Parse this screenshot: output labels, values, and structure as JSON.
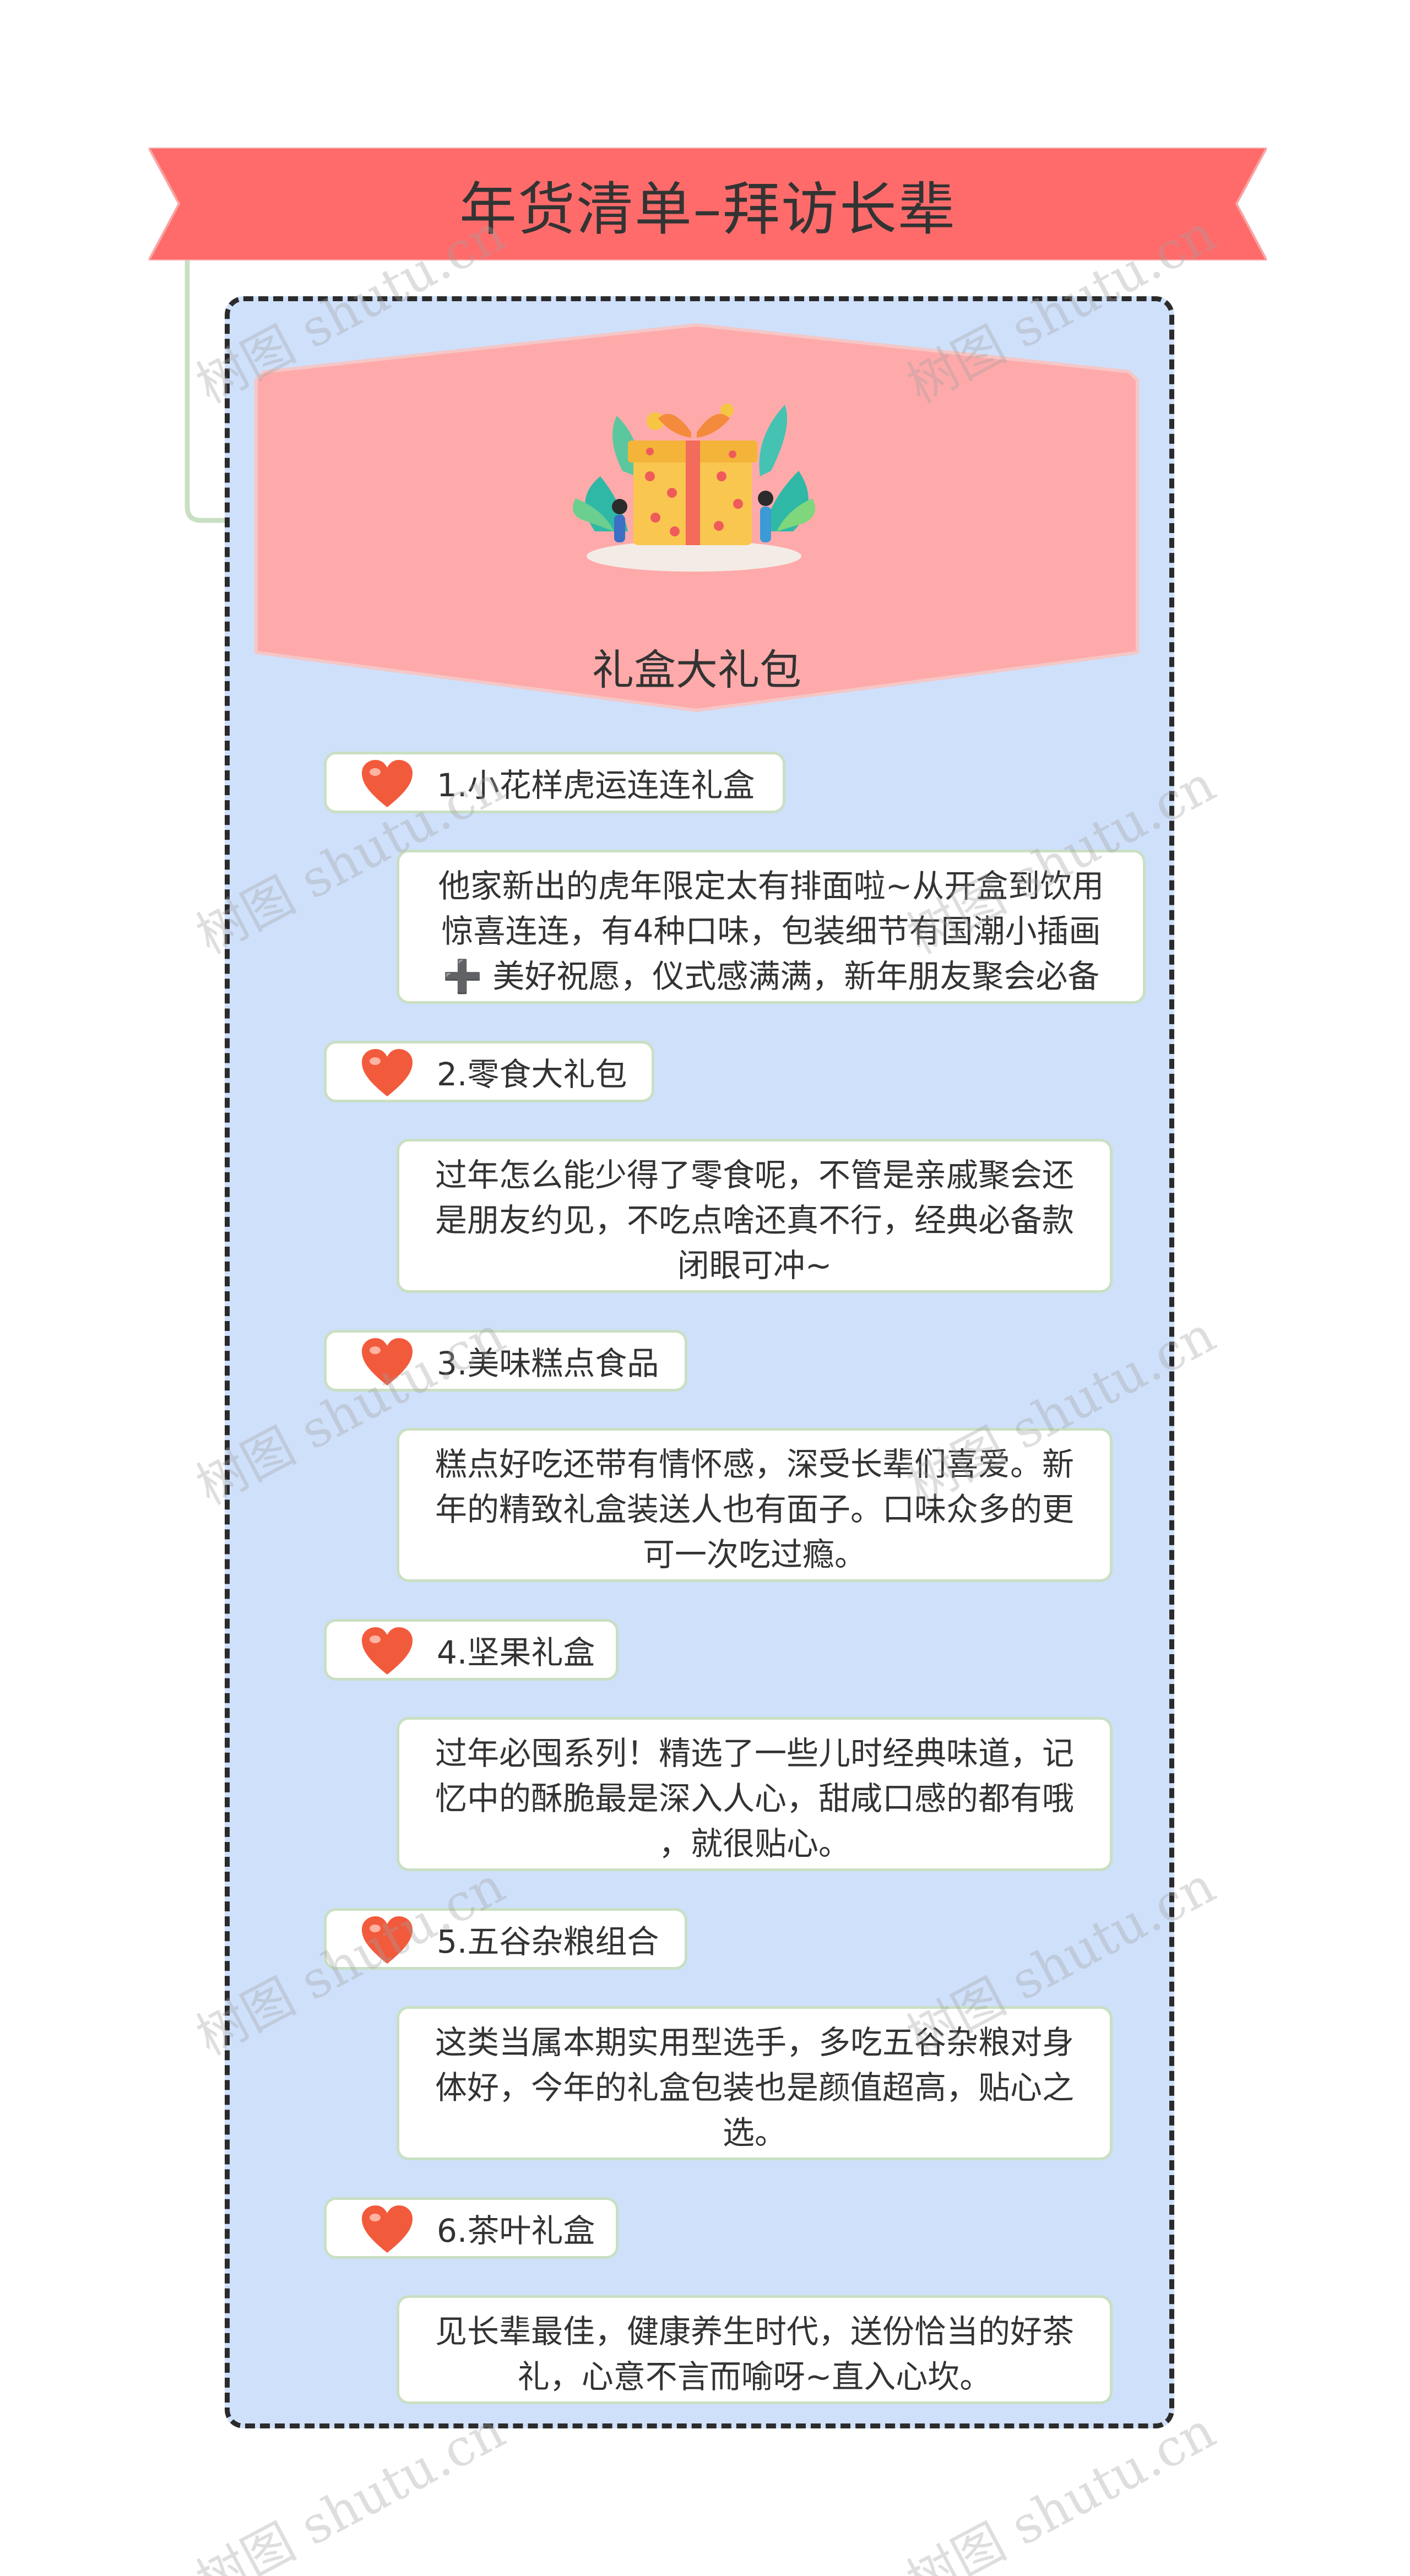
{
  "title": "年货清单–拜访长辈",
  "central": {
    "label": "礼盒大礼包",
    "illustration_icon": "gift-box-illustration"
  },
  "colors": {
    "ribbon": "#ff6b6b",
    "central_fill": "#ffaaaa",
    "container_fill": "#cfe0fb",
    "connector": "#c9dfc3",
    "heart": "#f25a3c"
  },
  "topics": [
    {
      "label": "1.小花样虎运连连礼盒",
      "icon": "heart-icon",
      "detail_lines": [
        "他家新出的虎年限定太有排面啦~从开盒到饮用",
        "惊喜连连，有4种口味，包装细节有国潮小插画",
        "➕ 美好祝愿，仪式感满满，新年朋友聚会必备"
      ]
    },
    {
      "label": "2.零食大礼包",
      "icon": "heart-icon",
      "detail_lines": [
        "过年怎么能少得了零食呢，不管是亲戚聚会还",
        "是朋友约见，不吃点啥还真不行，经典必备款",
        "闭眼可冲~"
      ]
    },
    {
      "label": "3.美味糕点食品",
      "icon": "heart-icon",
      "detail_lines": [
        "糕点好吃还带有情怀感，深受长辈们喜爱。新",
        "年的精致礼盒装送人也有面子。口味众多的更",
        "可一次吃过瘾。"
      ]
    },
    {
      "label": "4.坚果礼盒",
      "icon": "heart-icon",
      "detail_lines": [
        "过年必囤系列！精选了一些儿时经典味道，记",
        "忆中的酥脆最是深入人心，甜咸口感的都有哦",
        "，就很贴心。"
      ]
    },
    {
      "label": "5.五谷杂粮组合",
      "icon": "heart-icon",
      "detail_lines": [
        "这类当属本期实用型选手，多吃五谷杂粮对身",
        "体好，今年的礼盒包装也是颜值超高，贴心之",
        "选。"
      ]
    },
    {
      "label": "6.茶叶礼盒",
      "icon": "heart-icon",
      "detail_lines": [
        "见长辈最佳，健康养生时代，送份恰当的好茶",
        "礼，心意不言而喻呀~直入心坎。"
      ]
    }
  ],
  "watermark": "树图 shutu.cn"
}
